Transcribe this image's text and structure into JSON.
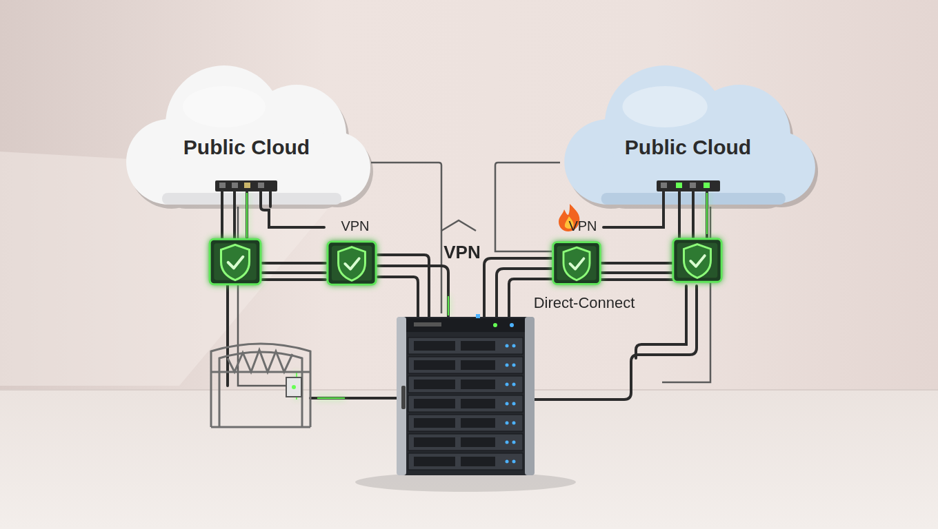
{
  "diagram": {
    "nodes": [
      {
        "text": [
          "Public Cloud"
        ]
      },
      {
        "text": [
          "Public Cloud"
        ]
      }
    ],
    "labels": [
      "VPN",
      "VPN",
      "VPN",
      "Direct-Connect"
    ]
  }
}
